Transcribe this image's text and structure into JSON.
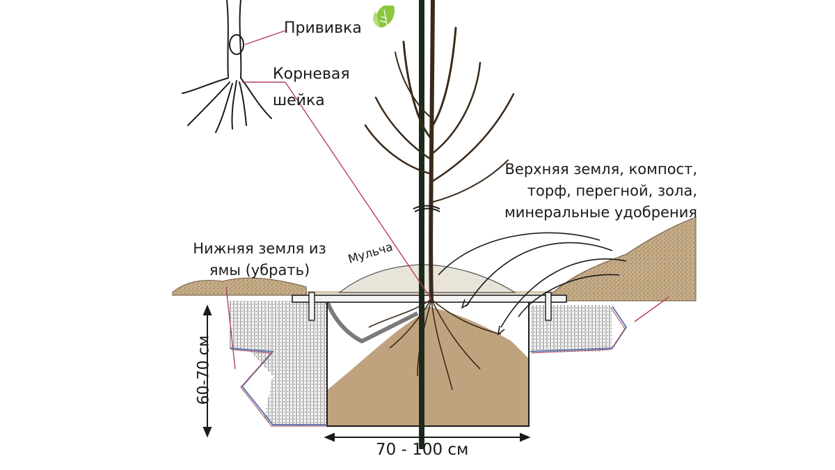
{
  "labels": {
    "graft": "Прививка",
    "root_collar_line1": "Корневая",
    "root_collar_line2": "шейка",
    "topsoil_line1": "Верхняя земля, компост,",
    "topsoil_line2": "торф, перегной, зола,",
    "topsoil_line3": "минеральные удобрения",
    "subsoil_line1": "Нижняя земля из",
    "subsoil_line2": "ямы (убрать)",
    "mulch": "Мульча",
    "depth": "60-70 см",
    "width": "70 - 100 см"
  },
  "colors": {
    "soil": "#c9b08a",
    "pit_fill": "#bfa37f",
    "ink": "#1a1a1a",
    "pointer_red": "#b0425a",
    "outline_blue": "#5a78b0",
    "leaf_green": "#8cc63f"
  },
  "icons": {
    "logo": "leaf-logo-icon"
  }
}
